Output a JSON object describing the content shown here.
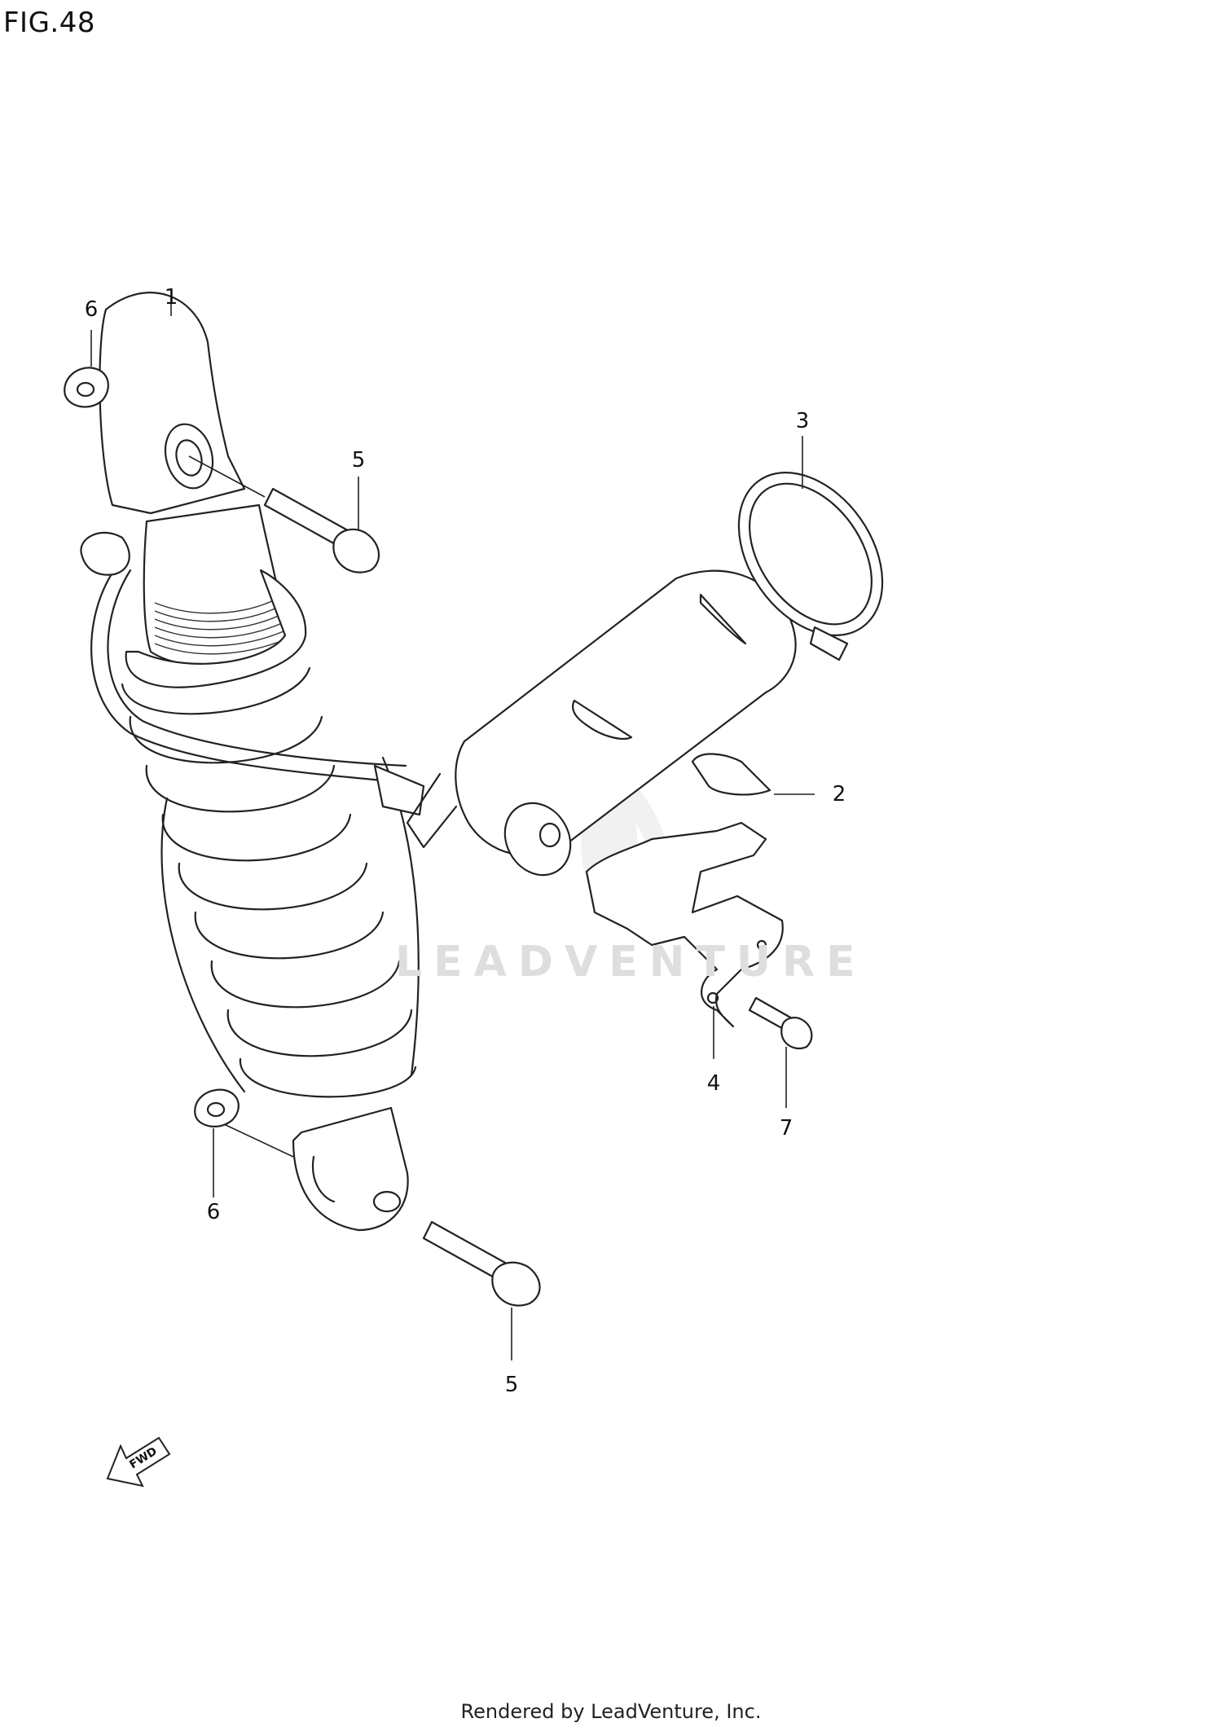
{
  "figure": {
    "title": "FIG.48"
  },
  "callouts": [
    {
      "label": "1"
    },
    {
      "label": "2"
    },
    {
      "label": "3"
    },
    {
      "label": "4"
    },
    {
      "label": "5"
    },
    {
      "label": "5"
    },
    {
      "label": "6"
    },
    {
      "label": "6"
    },
    {
      "label": "7"
    }
  ],
  "fwd_arrow": {
    "label": "FWD"
  },
  "watermark": {
    "text": "LEADVENTURE"
  },
  "footer": {
    "text": "Rendered by LeadVenture, Inc."
  }
}
